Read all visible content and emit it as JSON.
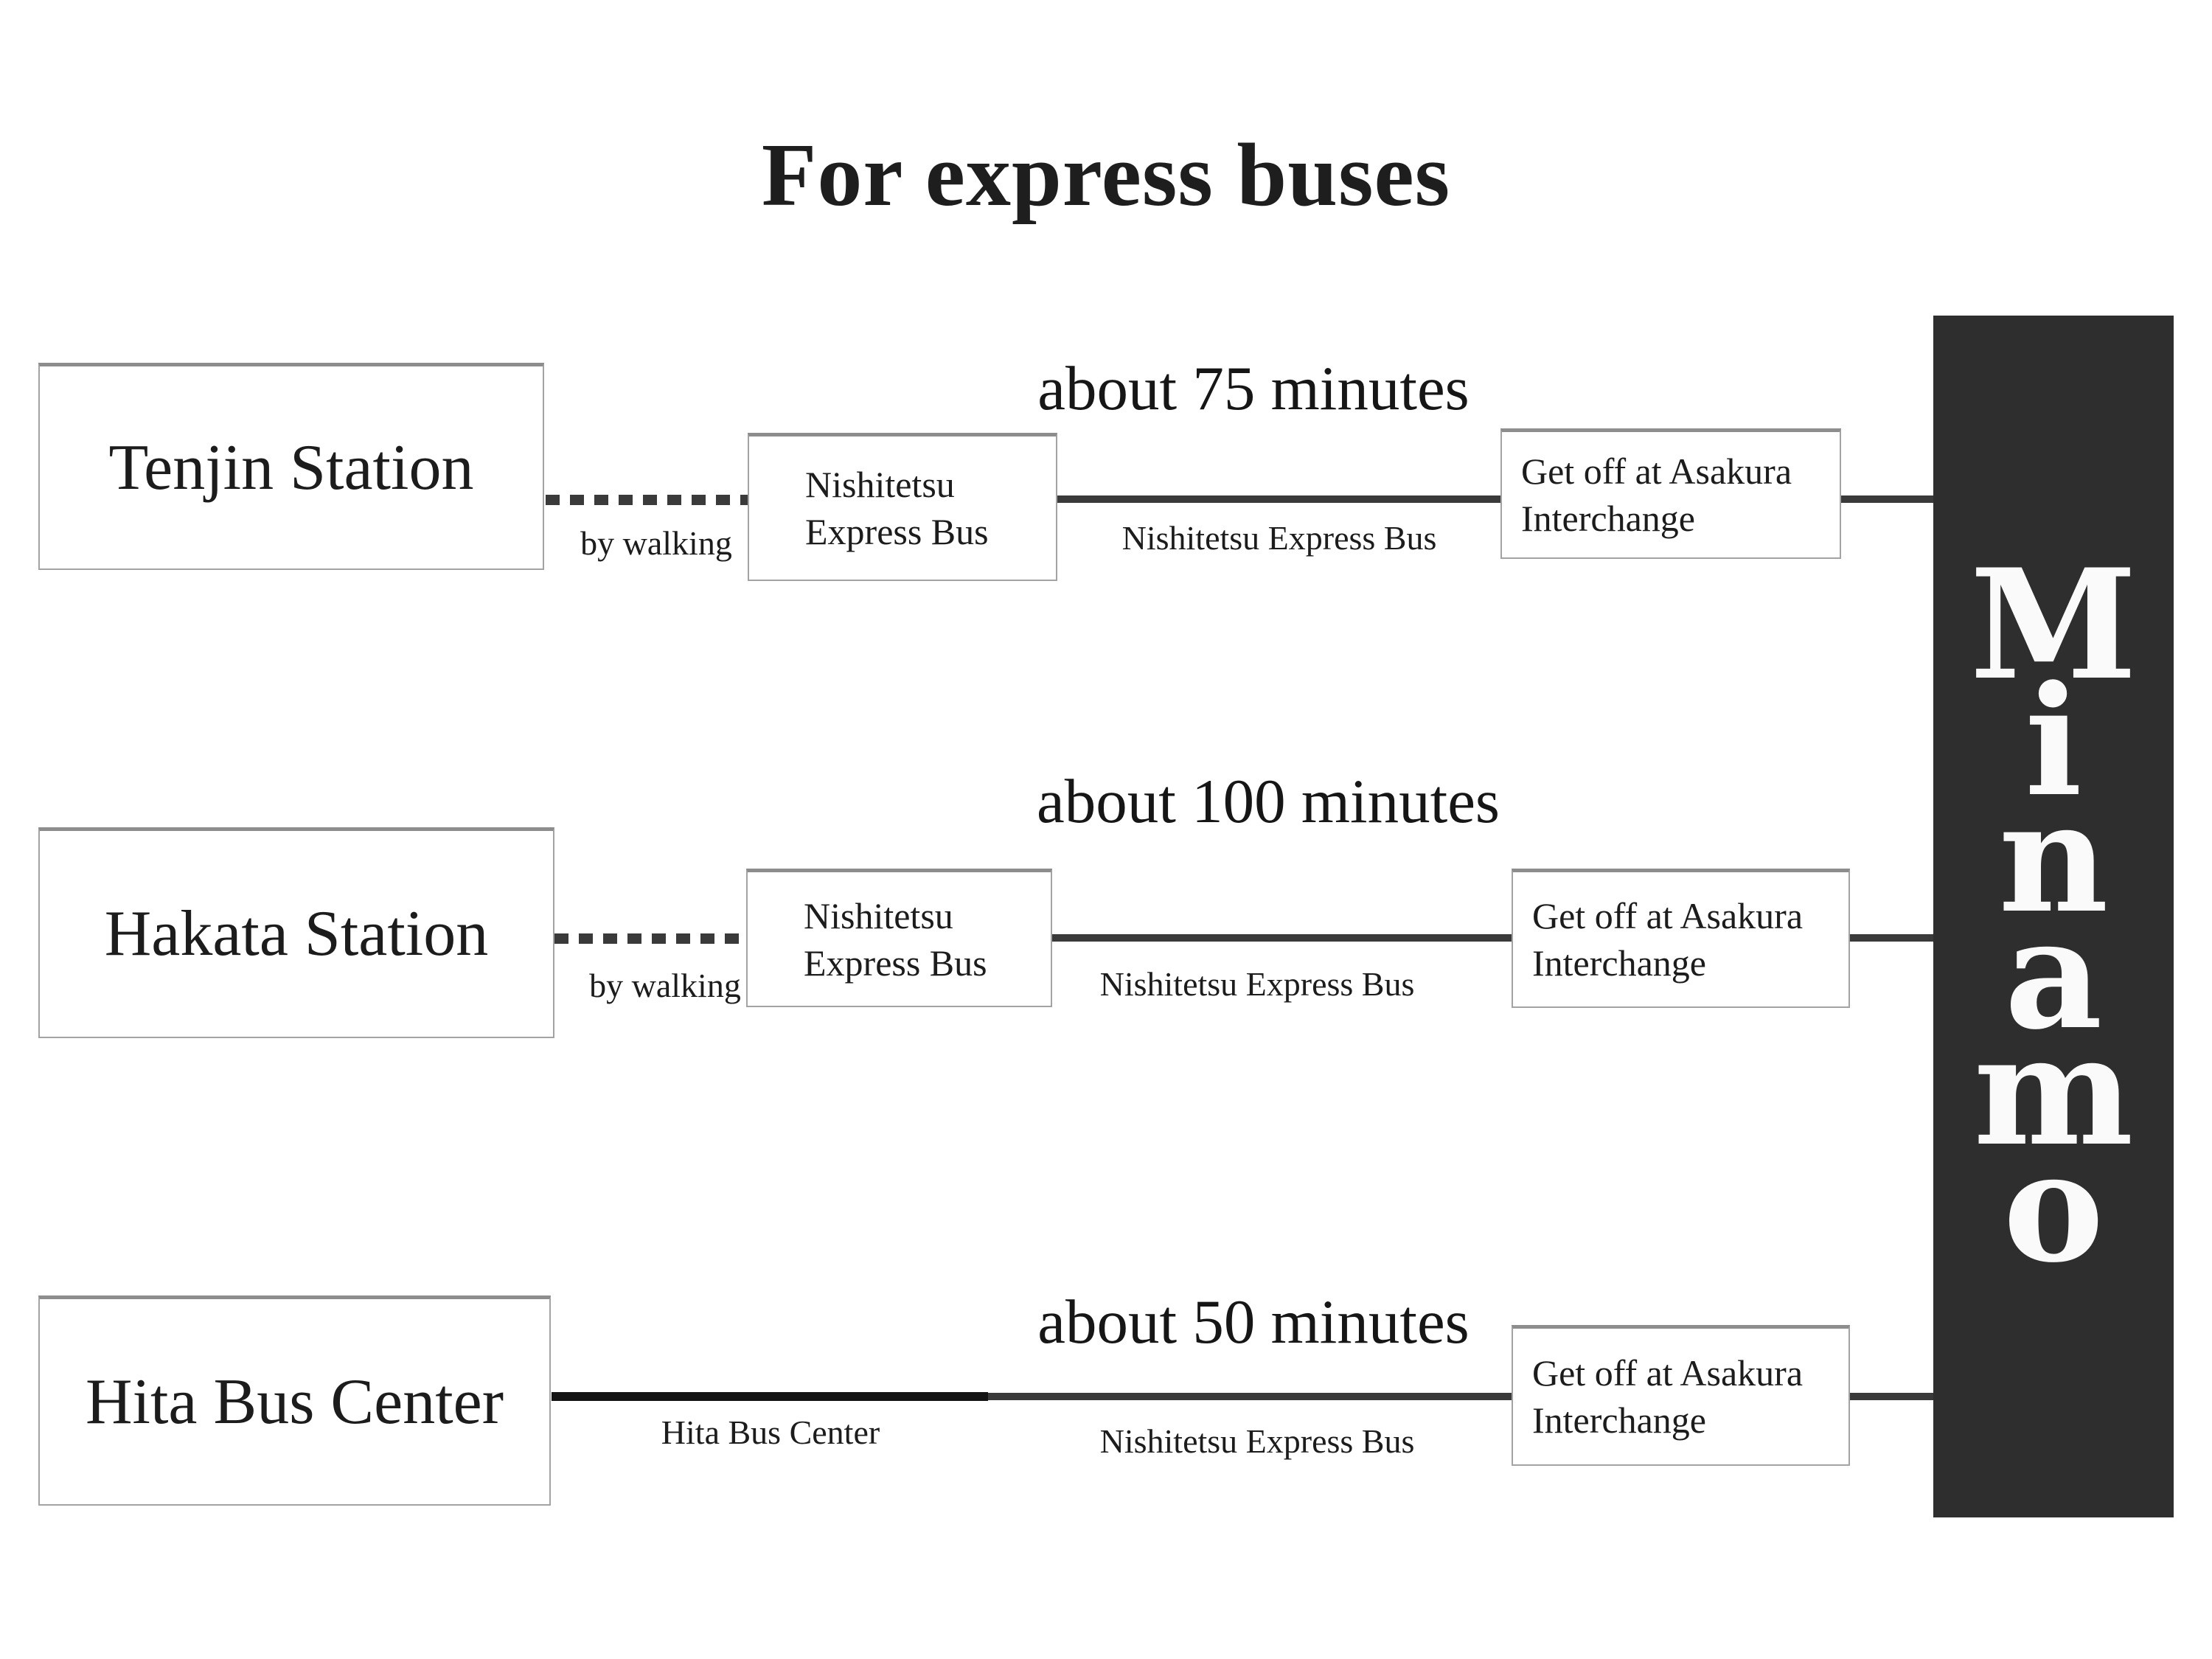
{
  "title": "For express buses",
  "destination": {
    "name": "Minamo",
    "letters": [
      "M",
      "i",
      "n",
      "a",
      "m",
      "o"
    ]
  },
  "colors": {
    "bar_background": "#2e2e2e",
    "bar_text": "#fafafa",
    "connector_line": "#3a3a3a",
    "connector_line_dark": "#141414",
    "box_border": "#a3a3a3",
    "text": "#1c1c1c"
  },
  "routes": [
    {
      "origin": "Tenjin Station",
      "walk_label": "by walking",
      "board": {
        "line1": "Nishitetsu",
        "line2": "Express Bus"
      },
      "duration": "about 75 minutes",
      "bus_label": "Nishitetsu Express Bus",
      "alight": {
        "line1": "Get off at Asakura",
        "line2": "Interchange"
      }
    },
    {
      "origin": "Hakata Station",
      "walk_label": "by walking",
      "board": {
        "line1": "Nishitetsu",
        "line2": "Express Bus"
      },
      "duration": "about 100 minutes",
      "bus_label": "Nishitetsu Express Bus",
      "alight": {
        "line1": "Get off at Asakura",
        "line2": "Interchange"
      }
    },
    {
      "origin": "Hita Bus Center",
      "segment_label": "Hita Bus Center",
      "duration": "about 50 minutes",
      "bus_label": "Nishitetsu Express Bus",
      "alight": {
        "line1": "Get off at Asakura",
        "line2": "Interchange"
      }
    }
  ]
}
